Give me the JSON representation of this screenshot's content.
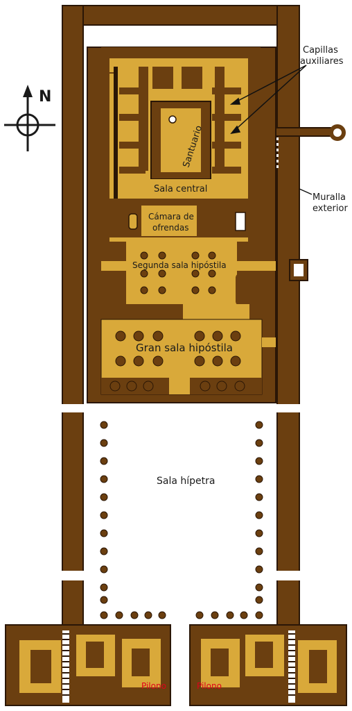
{
  "labels": {
    "north": "N",
    "capillas_line1": "Capillas",
    "capillas_line2": "auxiliares",
    "muralla_line1": "Muralla",
    "muralla_line2": "exterior",
    "santuario": "Santuario",
    "sala_central": "Sala central",
    "camara_line1": "Cámara de",
    "camara_line2": "ofrendas",
    "segunda_sala": "Segunda sala hipóstila",
    "gran_sala": "Gran sala hipóstila",
    "sala_hipetra": "Sala hípetra",
    "pilono_left": "Pilono",
    "pilono_right": "Pilono"
  },
  "colors": {
    "wall": "#6b3f10",
    "floor": "#d9a93a",
    "outline": "#2a1606",
    "text": "#1a1a1a",
    "pylon_label": "#e0001a"
  },
  "icons": [
    "compass-rose-icon"
  ]
}
